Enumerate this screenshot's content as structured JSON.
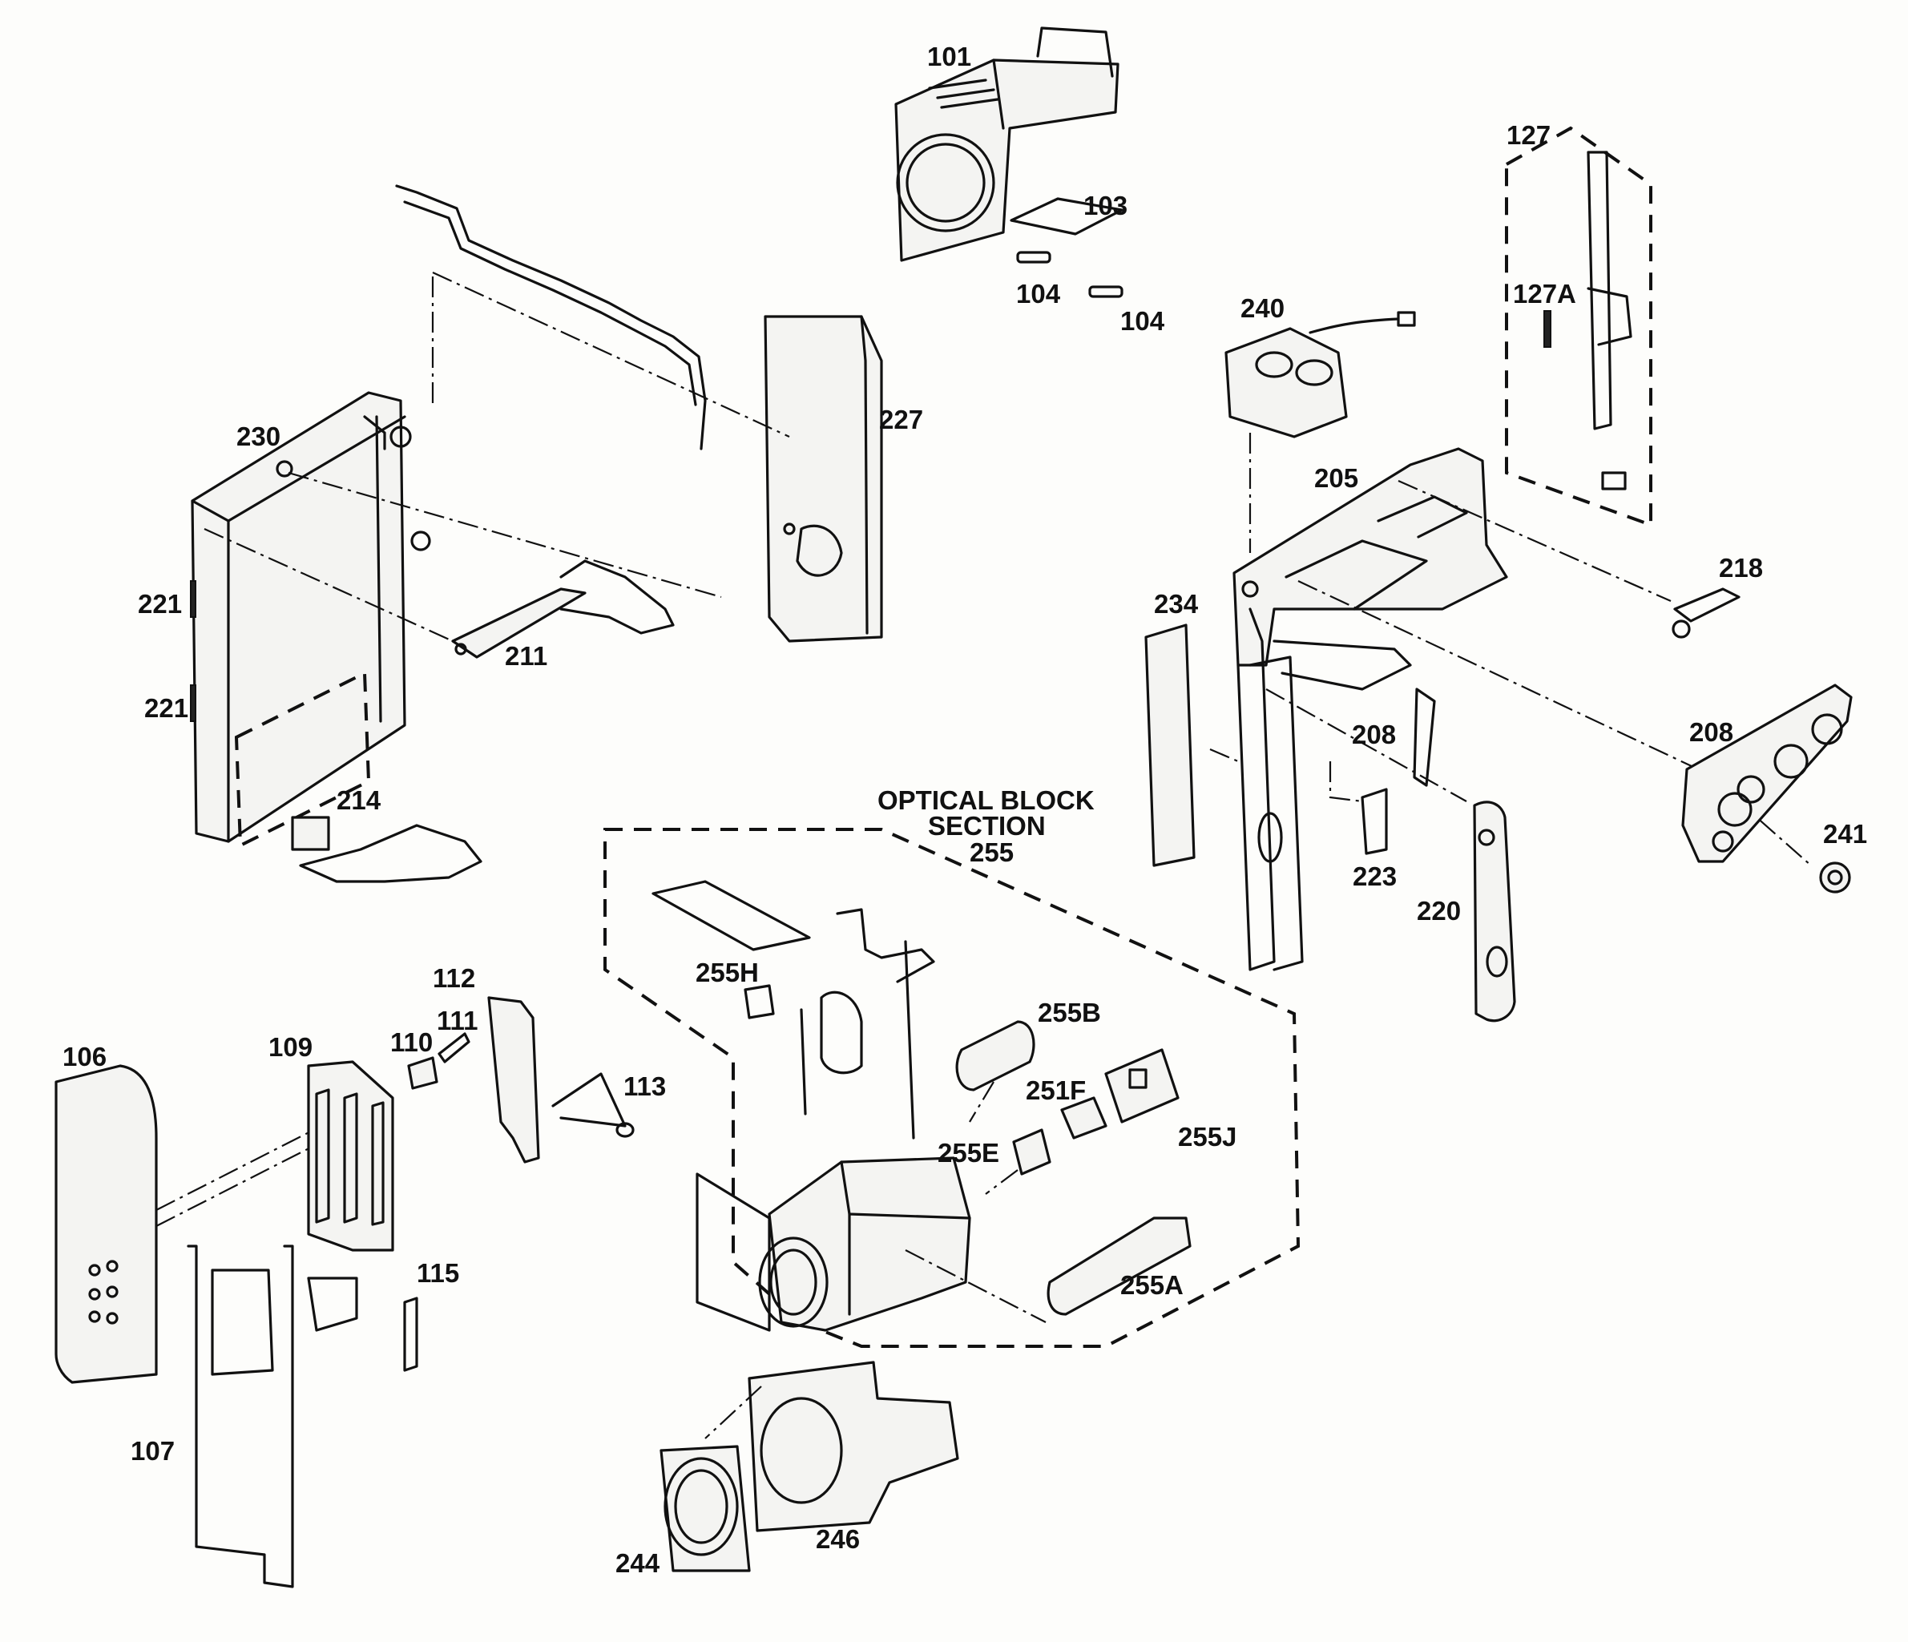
{
  "section": {
    "line1": "OPTICAL BLOCK",
    "line2": "SECTION",
    "number": "255"
  },
  "parts": {
    "p101": "101",
    "p103": "103",
    "p104a": "104",
    "p104b": "104",
    "p127": "127",
    "p127a": "127A",
    "p240": "240",
    "p230": "230",
    "p227": "227",
    "p205": "205",
    "p218": "218",
    "p221a": "221",
    "p221b": "221",
    "p211": "211",
    "p234": "234",
    "p208a": "208",
    "p208b": "208",
    "p214": "214",
    "p241": "241",
    "p223": "223",
    "p220": "220",
    "p255h": "255H",
    "p112": "112",
    "p111": "111",
    "p110": "110",
    "p255b": "255B",
    "p106": "106",
    "p109": "109",
    "p113": "113",
    "p251f": "251F",
    "p255j": "255J",
    "p255e": "255E",
    "p115": "115",
    "p255a": "255A",
    "p107": "107",
    "p244": "244",
    "p246": "246"
  }
}
